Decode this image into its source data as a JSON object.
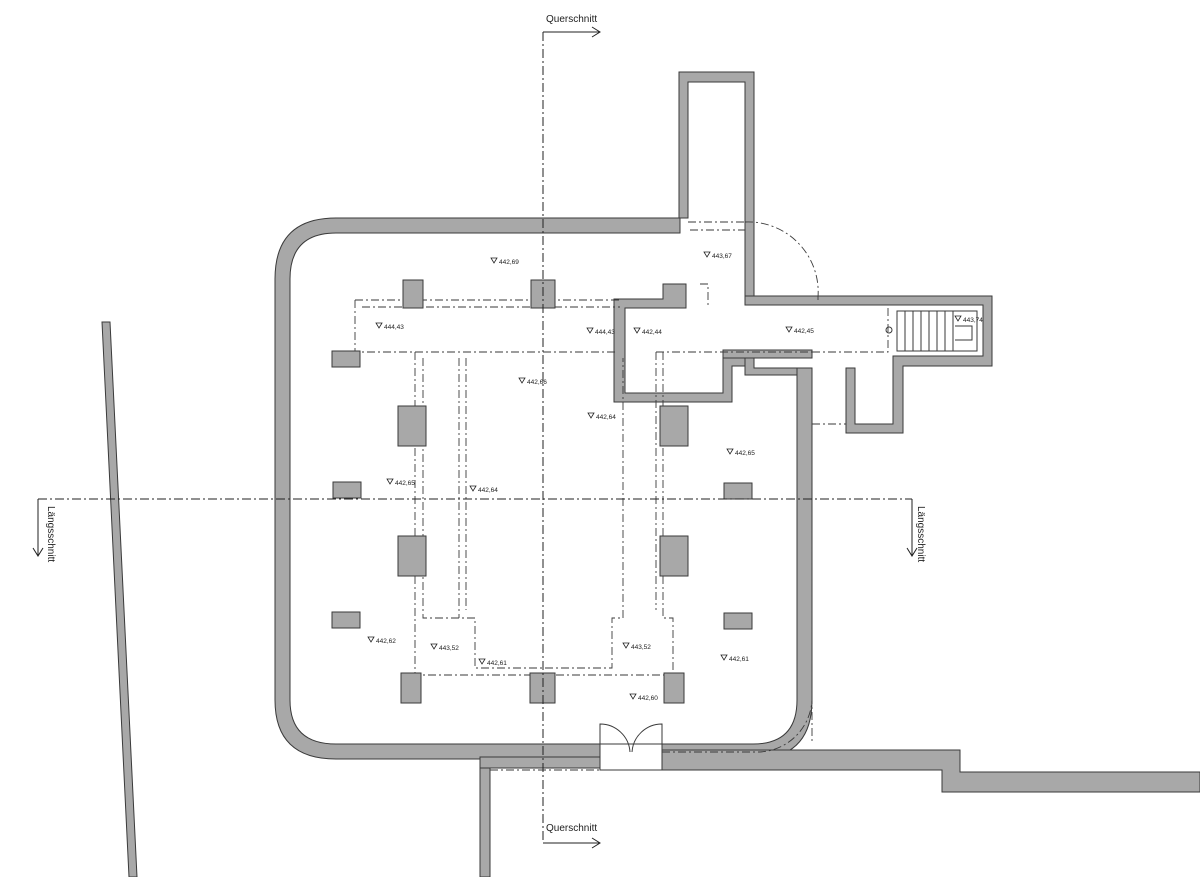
{
  "section_labels": {
    "cross_section": "Querschnitt",
    "longitudinal_section": "Längsschnitt"
  },
  "levels": [
    "442,69",
    "443,67",
    "444,43",
    "444,43",
    "442,44",
    "442,45",
    "443,74",
    "442,66",
    "442,64",
    "442,65",
    "442,65",
    "442,64",
    "442,62",
    "443,52",
    "442,61",
    "443,52",
    "442,61",
    "442,60"
  ],
  "colors": {
    "wall_fill": "#a8a8a8",
    "line": "#3a3a3a",
    "background": "#ffffff"
  }
}
